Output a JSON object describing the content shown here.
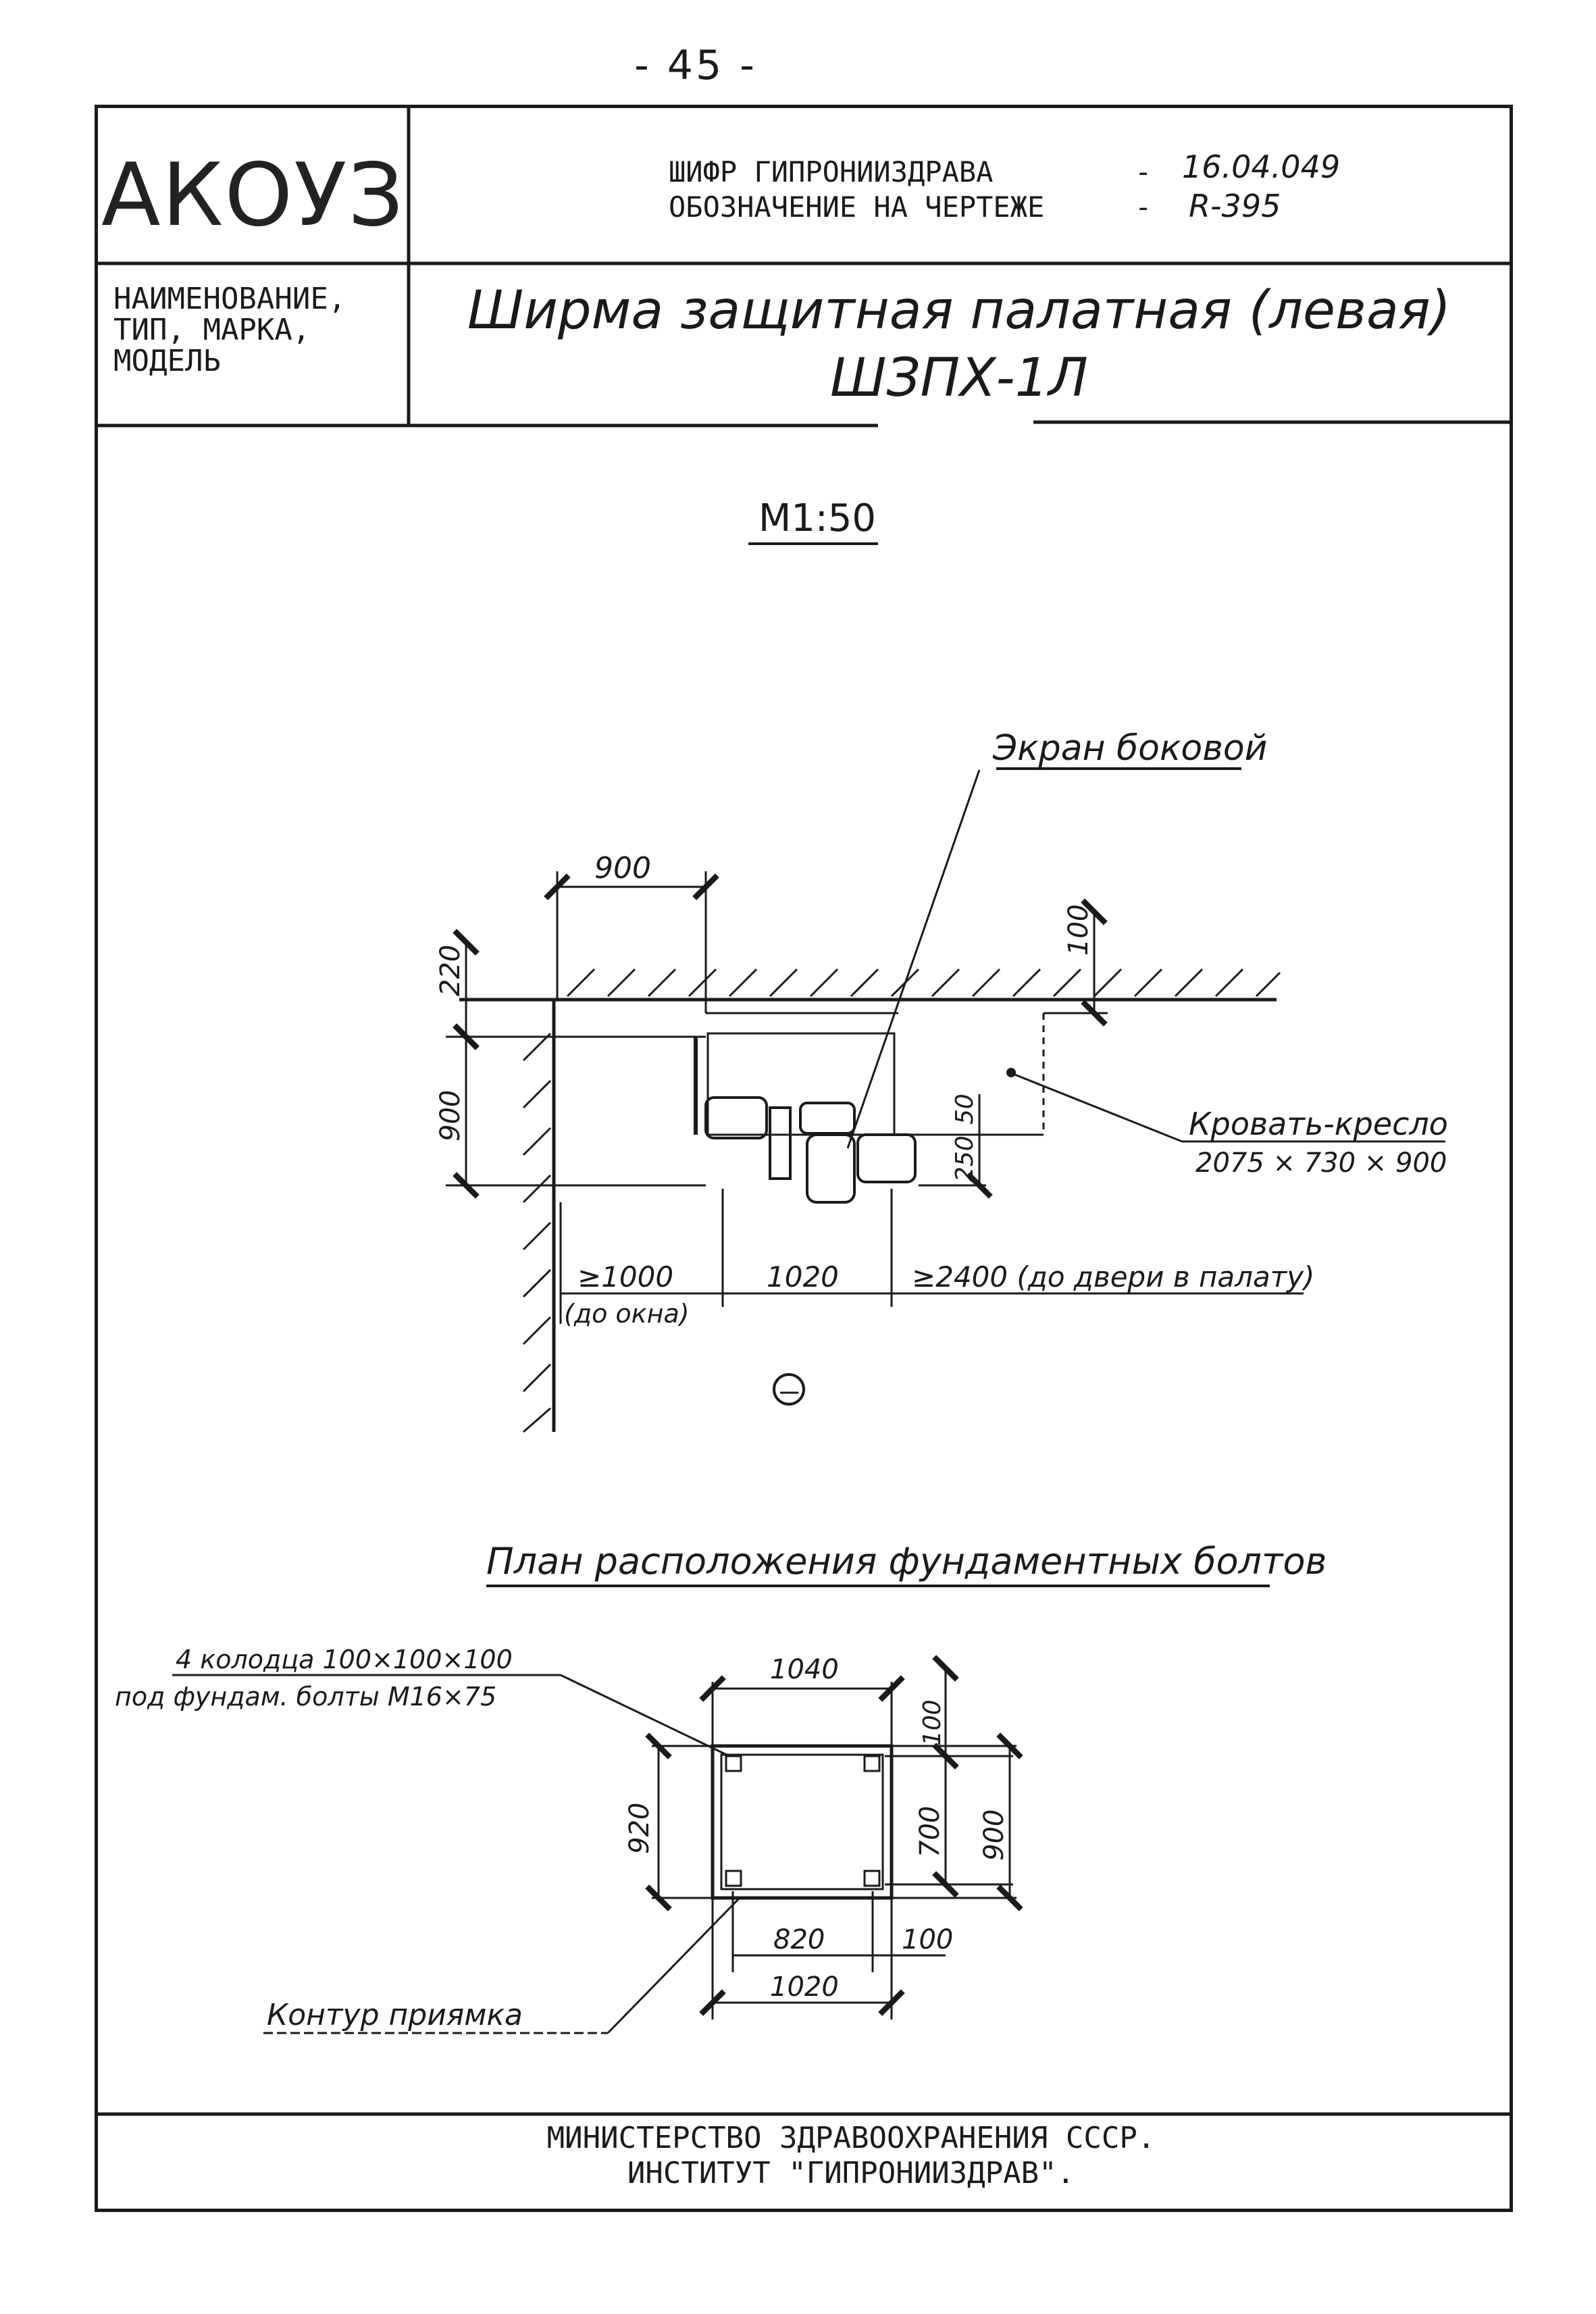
{
  "page_number": "- 45 -",
  "header": {
    "logo": "АКОУЗ",
    "cipher_label": "ШИФР ГИПРОНИИЗДРАВА",
    "cipher_value": "16.04.049",
    "designation_label": "ОБОЗНАЧЕНИЕ НА ЧЕРТЕЖЕ",
    "designation_value": "R-395",
    "dash": "-",
    "name_label_1": "НАИМЕНОВАНИЕ,",
    "name_label_2": "ТИП, МАРКА,",
    "name_label_3": "МОДЕЛЬ",
    "title_line_1": "Ширма защитная палатная (левая)",
    "title_line_2": "ШЗПХ-1Л"
  },
  "scale": "М1:50",
  "plan": {
    "screen_label": "Экран боковой",
    "bed_label": "Кровать-кресло",
    "bed_dims": "2075 × 730 × 900",
    "dim_900_top": "900",
    "dim_220": "220",
    "dim_100": "100",
    "dim_900_left": "900",
    "dim_50": "50",
    "dim_250": "250",
    "dim_1000": "≥1000",
    "dim_1000_note": "(до окна)",
    "dim_1020": "1020",
    "dim_2400": "≥2400 (до двери в палату)"
  },
  "bolts": {
    "title": "План расположения фундаментных болтов",
    "note_1": "4 колодца 100×100×100",
    "note_2": "под фундам. болты М16×75",
    "dim_1040": "1040",
    "dim_100_top": "100",
    "dim_920": "920",
    "dim_700": "700",
    "dim_900": "900",
    "dim_820": "820",
    "dim_100_bottom": "100",
    "dim_1020": "1020",
    "pit_label": "Контур приямка"
  },
  "footer": {
    "line_1": "МИНИСТЕРСТВО ЗДРАВООХРАНЕНИЯ СССР.",
    "line_2": "ИНСТИТУТ \"ГИПРОНИИЗДРАВ\"."
  },
  "colors": {
    "ink": "#1a1a1a",
    "paper": "#ffffff"
  }
}
